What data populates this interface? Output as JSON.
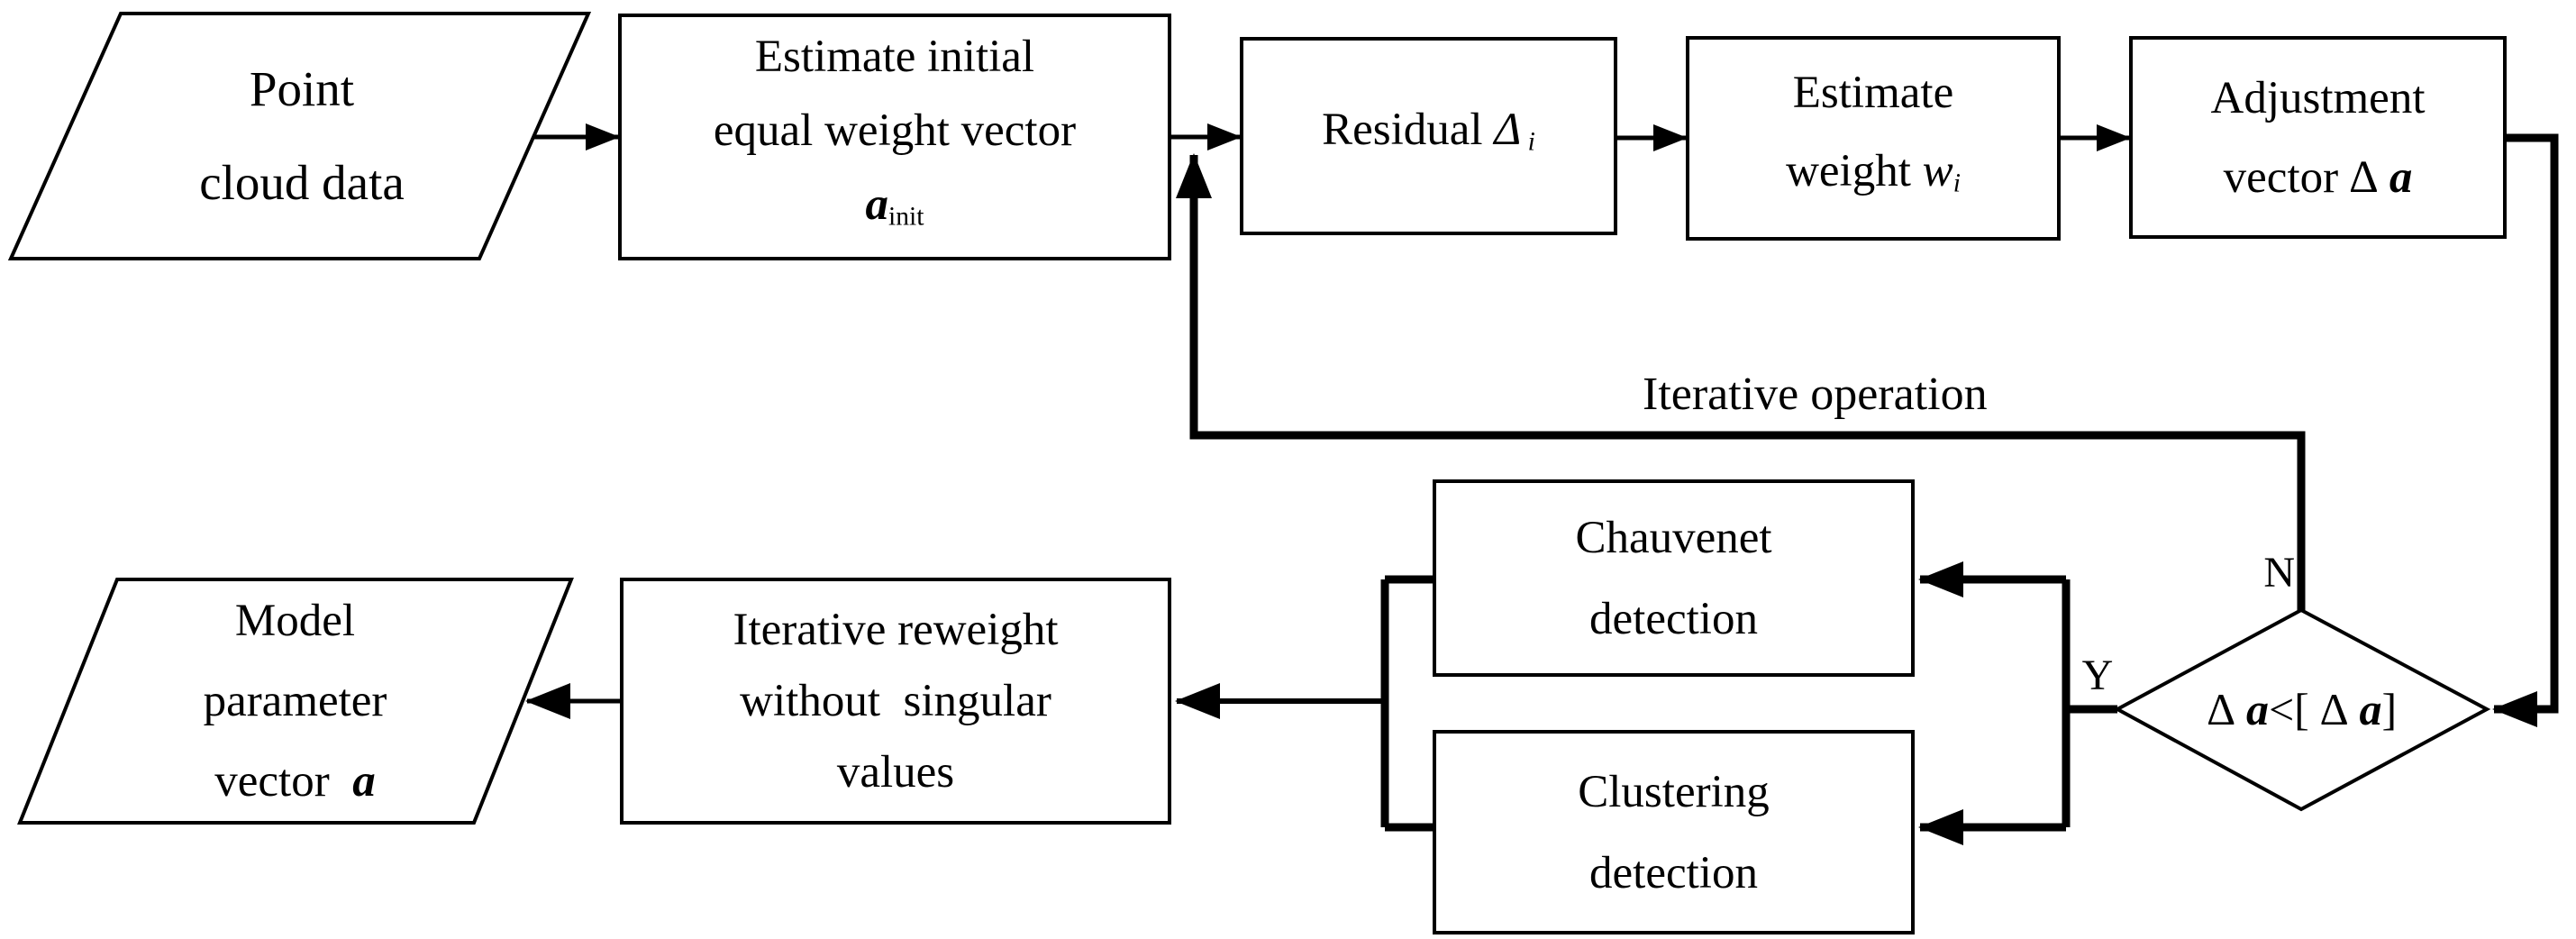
{
  "diagram": {
    "title": "Iterative reweighted point-cloud fitting flowchart",
    "colors": {
      "line": "#000000",
      "background": "#ffffff"
    },
    "nodes": {
      "point_cloud": {
        "shape": "parallelogram",
        "lines": [
          [
            {
              "t": "Point"
            }
          ],
          [
            {
              "t": "cloud data"
            }
          ]
        ]
      },
      "estimate_initial": {
        "shape": "rect",
        "lines": [
          [
            {
              "t": "Estimate initial"
            }
          ],
          [
            {
              "t": "equal weight vector"
            }
          ],
          [
            {
              "t": "a",
              "s": "bi"
            },
            {
              "t": "init",
              "s": "sub"
            }
          ]
        ]
      },
      "residual": {
        "shape": "rect",
        "lines": [
          [
            {
              "t": "Residual "
            },
            {
              "t": "Δ",
              "s": "i"
            },
            {
              "t": " i",
              "s": "subi"
            }
          ]
        ]
      },
      "estimate_weight": {
        "shape": "rect",
        "lines": [
          [
            {
              "t": "Estimate"
            }
          ],
          [
            {
              "t": "weight "
            },
            {
              "t": "w",
              "s": "i"
            },
            {
              "t": "i",
              "s": "subi"
            }
          ]
        ]
      },
      "adjustment": {
        "shape": "rect",
        "lines": [
          [
            {
              "t": "Adjustment"
            }
          ],
          [
            {
              "t": "vector ∆ "
            },
            {
              "t": "a",
              "s": "bi"
            }
          ]
        ]
      },
      "decision": {
        "shape": "diamond",
        "lines": [
          [
            {
              "t": "∆ "
            },
            {
              "t": "a",
              "s": "bi"
            },
            {
              "t": "<[ "
            },
            {
              "t": "∆ "
            },
            {
              "t": "a",
              "s": "bi"
            },
            {
              "t": "]"
            }
          ]
        ]
      },
      "chauvenet": {
        "shape": "rect",
        "lines": [
          [
            {
              "t": "Chauvenet"
            }
          ],
          [
            {
              "t": "detection"
            }
          ]
        ]
      },
      "clustering": {
        "shape": "rect",
        "lines": [
          [
            {
              "t": "Clustering"
            }
          ],
          [
            {
              "t": "detection"
            }
          ]
        ]
      },
      "iterative_reweight": {
        "shape": "rect",
        "lines": [
          [
            {
              "t": "Iterative reweight"
            }
          ],
          [
            {
              "t": "without  singular"
            }
          ],
          [
            {
              "t": "values"
            }
          ]
        ]
      },
      "model_parameter": {
        "shape": "parallelogram",
        "lines": [
          [
            {
              "t": "Model"
            }
          ],
          [
            {
              "t": "parameter"
            }
          ],
          [
            {
              "t": "vector  "
            },
            {
              "t": "a",
              "s": "bi"
            }
          ]
        ]
      }
    },
    "labels": {
      "iterative_operation": "Iterative operation",
      "decision_no": "N",
      "decision_yes": "Y"
    }
  }
}
